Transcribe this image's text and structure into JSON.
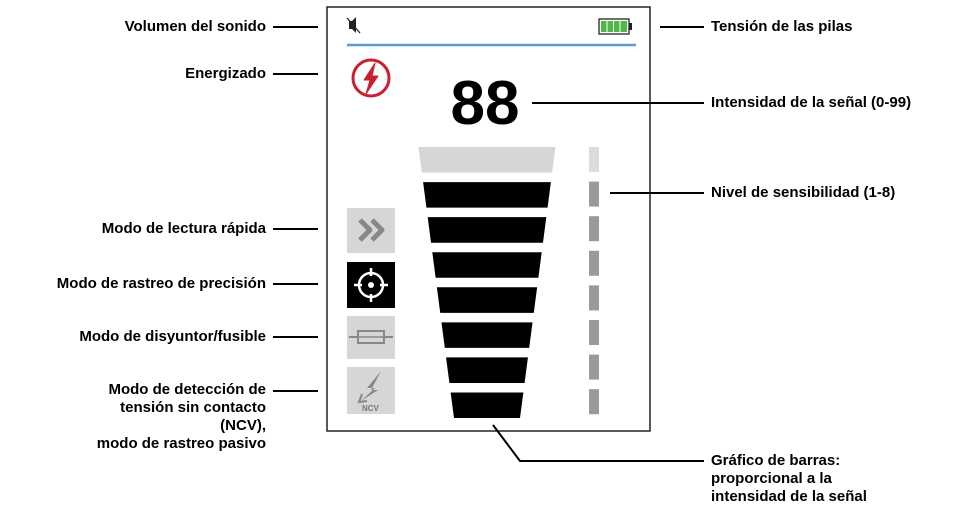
{
  "callouts": {
    "volumen": "Volumen del sonido",
    "energizado": "Energizado",
    "lectura_rapida": "Modo de lectura rápida",
    "rastreo_precision": "Modo de rastreo de precisión",
    "disyuntor": "Modo de disyuntor/fusible",
    "ncv": [
      "Modo de detección de",
      "tensión sin contacto",
      "(NCV),",
      "modo de rastreo pasivo"
    ],
    "pilas": "Tensión de las pilas",
    "intensidad": "Intensidad de la señal (0-99)",
    "sensibilidad": "Nivel de sensibilidad (1-8)",
    "grafico": [
      "Gráfico de barras:",
      "proporcional a la",
      "intensidad de la señal"
    ]
  },
  "display": {
    "signal_value": "88",
    "ncv_icon_text": "NCV",
    "signal_bars_active": 7,
    "signal_bars_total": 8,
    "sensitivity_level": 7,
    "sensitivity_total": 8,
    "battery_level": 1.0
  },
  "icons": {
    "volume": "speaker-muted-icon",
    "energized": "lightning-circle-icon",
    "quick_read": "double-chevron-icon",
    "precision": "crosshair-icon",
    "fuse": "fuse-icon",
    "ncv": "ncv-lightning-icon",
    "battery": "battery-icon"
  },
  "colors": {
    "accent_line": "#5b9bd5",
    "energized_red": "#c8202f",
    "battery_green": "#4fb848",
    "inactive_gray": "#d6d6d6",
    "bar_black": "#000000"
  }
}
